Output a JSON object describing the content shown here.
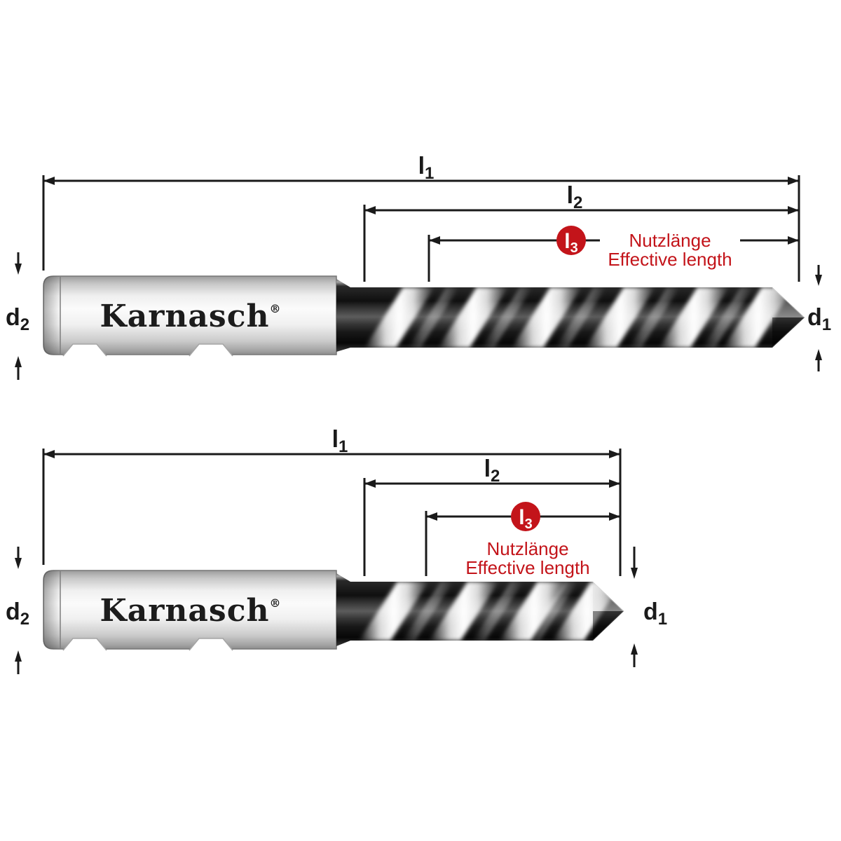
{
  "colors": {
    "accent_red": "#c3141a",
    "ink": "#1a1a1a",
    "background": "#ffffff"
  },
  "brand": {
    "name": "Karnasch",
    "registered": "®"
  },
  "dims": {
    "length_base": "l",
    "diameter_base": "d",
    "sub1": "1",
    "sub2": "2",
    "sub3": "3"
  },
  "notes": {
    "de": "Nutzlänge",
    "en": "Effective length"
  }
}
